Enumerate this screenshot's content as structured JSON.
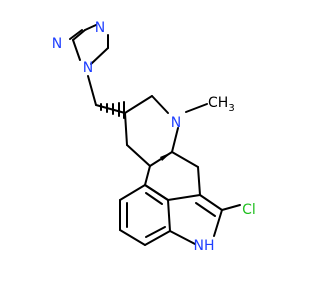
{
  "molecule": {
    "atoms": {
      "triazole_n2": {
        "text": "N",
        "color": "#1f3fff"
      },
      "triazole_n4": {
        "text": "N",
        "color": "#1f3fff"
      },
      "triazole_n1": {
        "text": "N",
        "color": "#1f3fff"
      },
      "amine_n": {
        "text": "N",
        "color": "#1f3fff"
      },
      "methyl": {
        "text": "CH",
        "color": "#000000"
      },
      "chlorine": {
        "text": "Cl",
        "color": "#1fbf1f"
      },
      "indole_nh": {
        "text": "NH",
        "color": "#1f3fff"
      }
    },
    "methyl_subscript": "3"
  }
}
